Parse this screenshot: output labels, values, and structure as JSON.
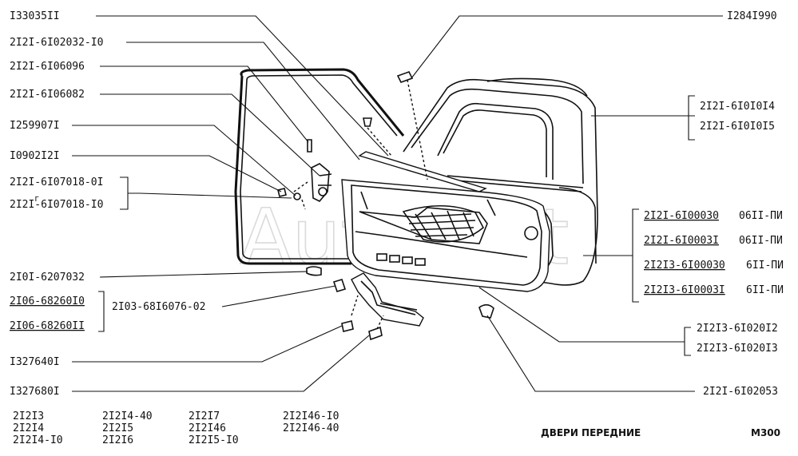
{
  "watermark": "AutoSoft",
  "callouts_left": [
    "I33035II",
    "2I2I-6I02032-I0",
    "2I2I-6I06096",
    "2I2I-6I06082",
    "I259907I",
    "I0902I2I",
    "2I2I-6I07018-0I",
    "2I2I-6I07018-I0",
    "2I0I-6207032",
    "2I06-68260I0",
    "2I03-68I6076-02",
    "2I06-68260II",
    "I327640I",
    "I327680I"
  ],
  "bracket_mark": "г",
  "callouts_right": [
    "I284I990",
    "2I2I-6I0I0I4",
    "2I2I-6I0I0I5",
    "2I2I-6I00030",
    "06II-ПИ",
    "2I2I-6I0003I",
    "06II-ПИ",
    "2I2I3-6I00030",
    "6II-ПИ",
    "2I2I3-6I0003I",
    "6II-ПИ",
    "2I2I3-6I020I2",
    "2I2I3-6I020I3",
    "2I2I-6I02053"
  ],
  "models": [
    "2I2I3",
    "2I2I4",
    "2I2I4-I0",
    "2I2I4-40",
    "2I2I5",
    "2I2I6",
    "2I2I7",
    "2I2I46",
    "2I2I5-I0",
    "2I2I46-I0",
    "2I2I46-40"
  ],
  "section_title": "ДВЕРИ ПЕРЕДНИЕ",
  "page_code": "M300"
}
